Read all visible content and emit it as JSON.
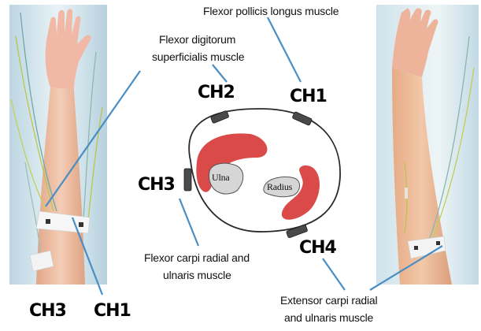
{
  "labels": {
    "flexor_pollicis": "Flexor pollicis longus muscle",
    "flexor_digitorum_line1": "Flexor digitorum",
    "flexor_digitorum_line2": "superficialis muscle",
    "flexor_carpi_line1": "Flexor carpi radial and",
    "flexor_carpi_line2": "ulnaris muscle",
    "extensor_carpi_line1": "Extensor carpi radial",
    "extensor_carpi_line2": "and ulnaris muscle",
    "ulna": "Ulna",
    "radius": "Radius"
  },
  "channels": {
    "ch1": "CH1",
    "ch2": "CH2",
    "ch3": "CH3",
    "ch4": "CH4",
    "left_ch3": "CH3",
    "left_ch1": "CH1"
  },
  "colors": {
    "leader_line": "#4a8ec3",
    "muscle": "#d94a48",
    "bone": "#d6d6d6",
    "electrode": "#444444",
    "skin": "#e8b89a",
    "photo_bg": "#c4dde8"
  }
}
